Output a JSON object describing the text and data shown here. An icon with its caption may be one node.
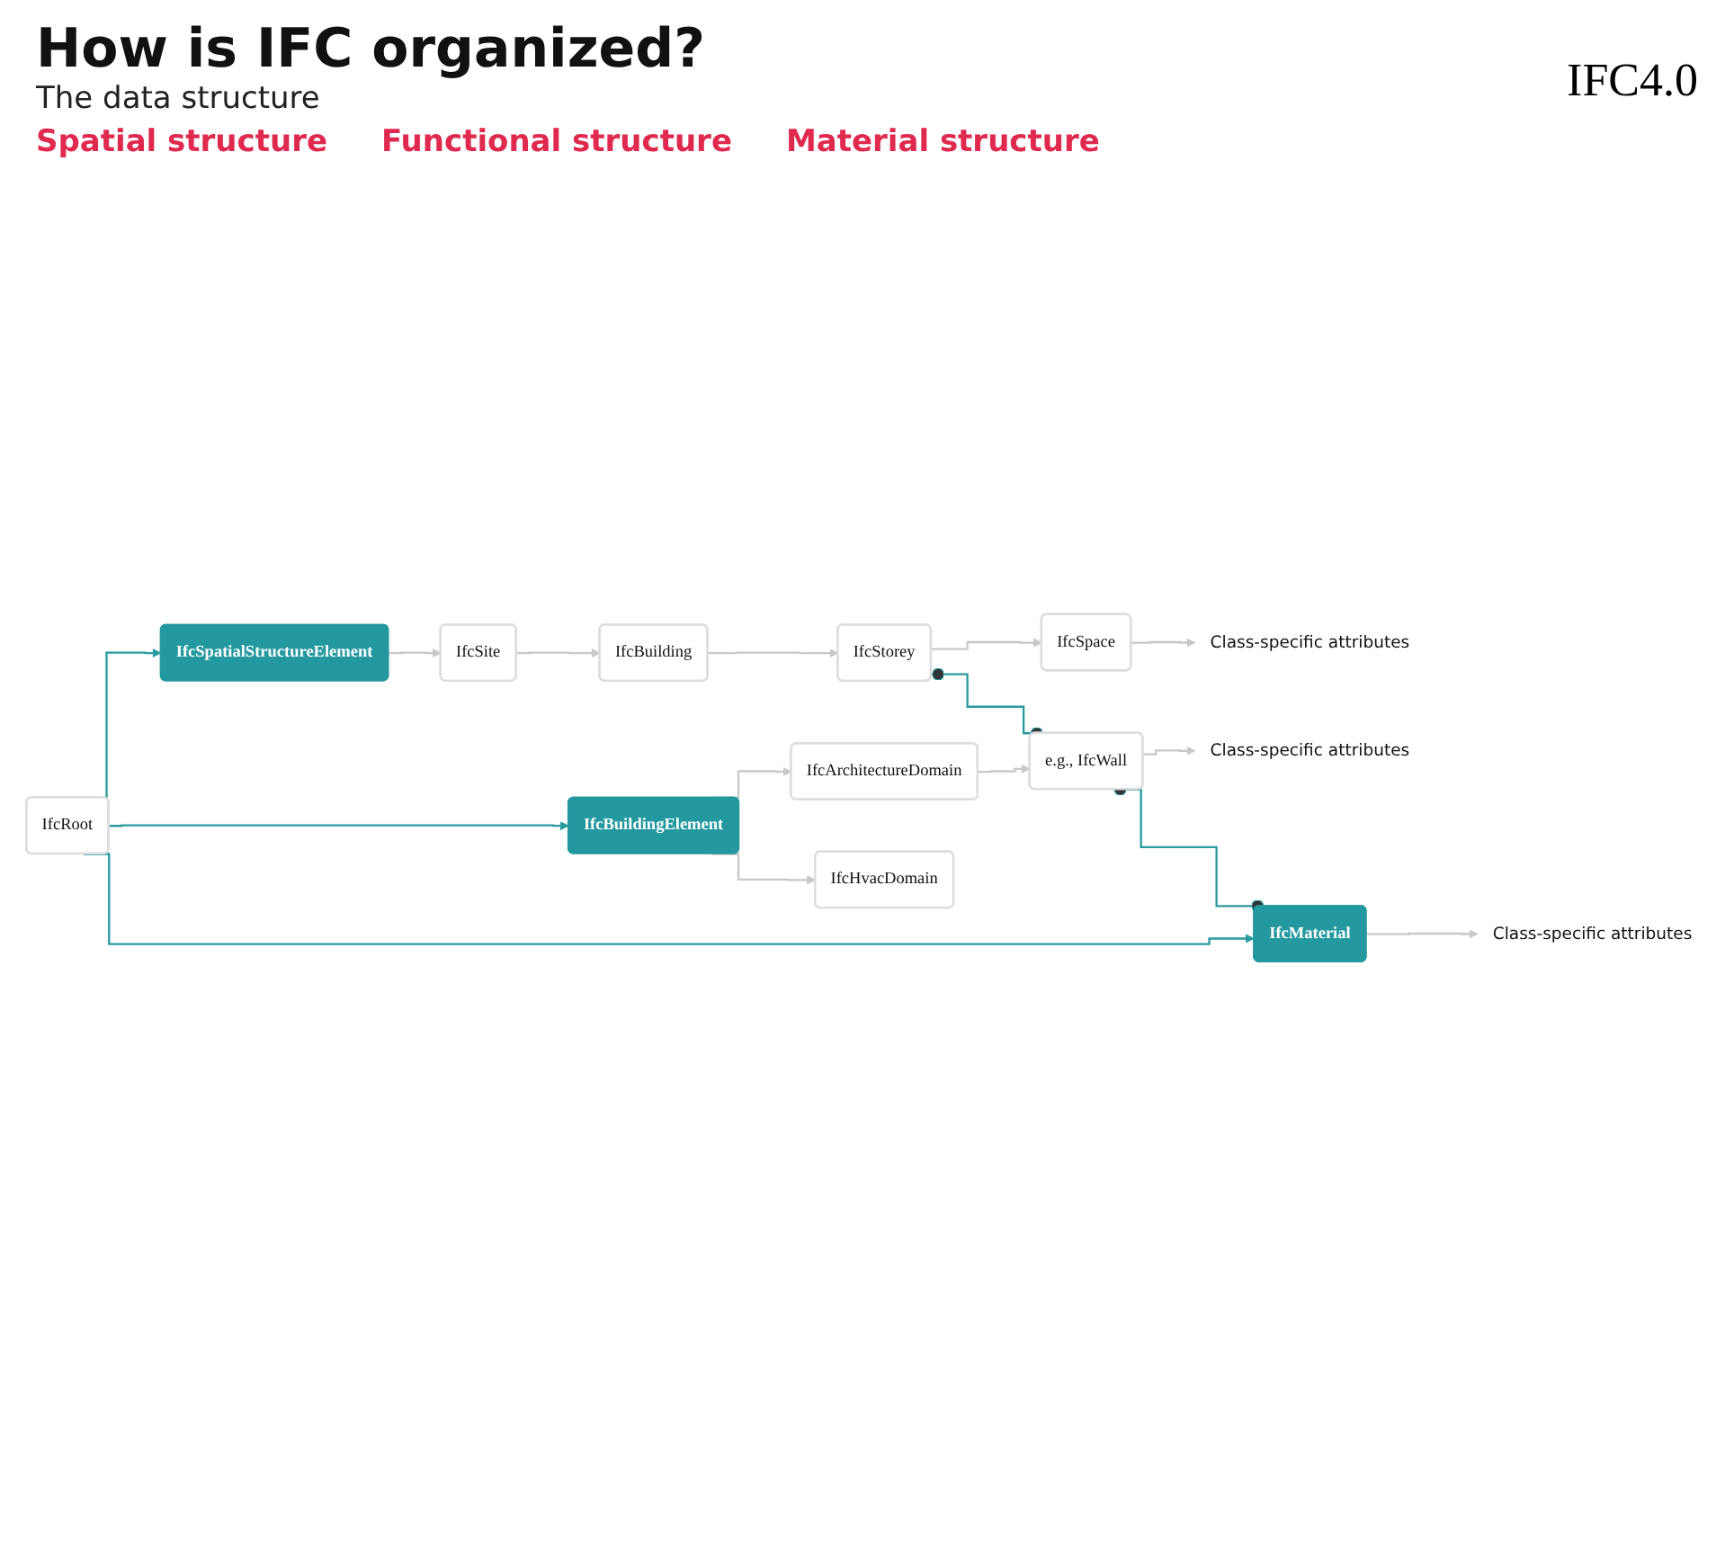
{
  "diagram": {
    "title": "How is IFC organized?",
    "caption": "The data structure",
    "nodes": [
      {
        "text": [
          "IfcRoot"
        ]
      },
      {
        "text": [
          "IfcSpatialStructureElement"
        ]
      },
      {
        "text": [
          "IfcSite"
        ]
      },
      {
        "text": [
          "IfcBuilding"
        ]
      },
      {
        "text": [
          "IfcStorey"
        ]
      },
      {
        "text": [
          "IfcSpace"
        ]
      },
      {
        "text": [
          "Class-specific attributes"
        ]
      },
      {
        "text": [
          "IfcBuildingElement"
        ]
      },
      {
        "text": [
          "IfcArchitectureDomain"
        ]
      },
      {
        "text": [
          "IfcHvacDomain"
        ]
      },
      {
        "text": [
          "e.g., IfcWall"
        ]
      },
      {
        "text": [
          "Class-specific attributes"
        ]
      },
      {
        "text": [
          "IfcMaterial"
        ]
      },
      {
        "text": [
          "Class-specific attributes"
        ]
      }
    ],
    "edges": [
      {
        "from": 0,
        "to": 1,
        "arrow": "to",
        "color": "#2a9aa0"
      },
      {
        "from": 1,
        "to": 2,
        "arrow": "to"
      },
      {
        "from": 2,
        "to": 3,
        "arrow": "to"
      },
      {
        "from": 3,
        "to": 4,
        "arrow": "to"
      },
      {
        "from": 4,
        "to": 5,
        "arrow": "to"
      },
      {
        "from": 5,
        "to": 6,
        "arrow": "to"
      },
      {
        "from": 4,
        "to": 10,
        "arrow": "other",
        "color": "#2a9aa0"
      },
      {
        "from": 0,
        "to": 7,
        "arrow": "to",
        "color": "#2a9aa0"
      },
      {
        "from": 7,
        "to": 8,
        "arrow": "to"
      },
      {
        "from": 7,
        "to": 9,
        "arrow": "to"
      },
      {
        "from": 8,
        "to": 10,
        "arrow": "to"
      },
      {
        "from": 10,
        "to": 11,
        "arrow": "to"
      },
      {
        "from": 10,
        "to": 12,
        "arrow": "other",
        "color": "#2a9aa0"
      },
      {
        "from": 0,
        "to": 12,
        "arrow": "to",
        "color": "#2a9aa0"
      },
      {
        "from": 12,
        "to": 13,
        "arrow": "to"
      }
    ],
    "labels": [
      "IFC4.0",
      "Spatial structure",
      "Functional structure",
      "Material structure"
    ]
  }
}
